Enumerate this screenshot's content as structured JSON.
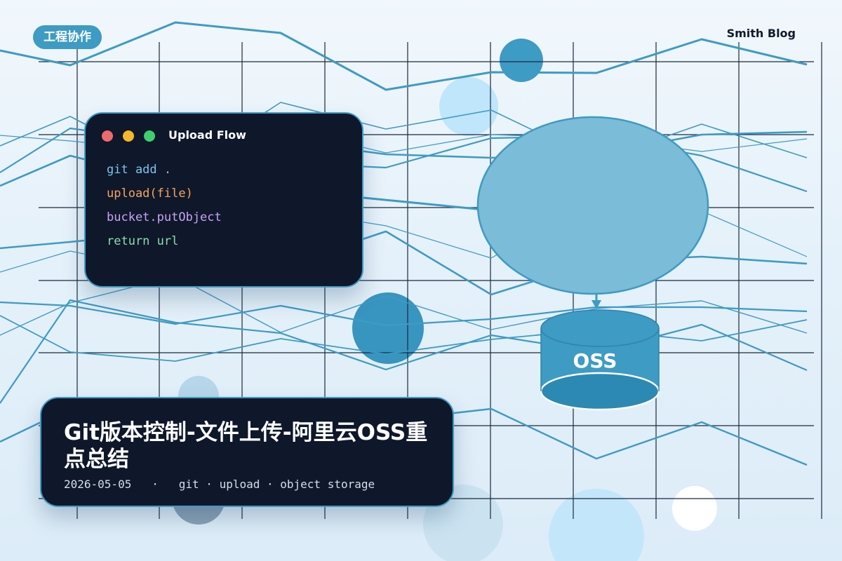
{
  "tag": {
    "label": "工程协作"
  },
  "brand": {
    "name": "Smith Blog"
  },
  "code_window": {
    "title": "Upload Flow",
    "lines": [
      {
        "text": "git add .",
        "color": "#7cc4f0"
      },
      {
        "text": "upload(file)",
        "color": "#f5a65b"
      },
      {
        "text": "bucket.putObject",
        "color": "#c9a3f5"
      },
      {
        "text": "return url",
        "color": "#86e0a8"
      }
    ]
  },
  "diagram": {
    "storage_label": "OSS"
  },
  "post": {
    "title": "Git版本控制-文件上传-阿里云OSS重点总结",
    "date": "2026-05-05",
    "tags": "git · upload · object storage"
  },
  "colors": {
    "accent": "#3d9bc4",
    "card_bg": "#0f172a",
    "ellipse_fill": "#7bbcd8"
  }
}
